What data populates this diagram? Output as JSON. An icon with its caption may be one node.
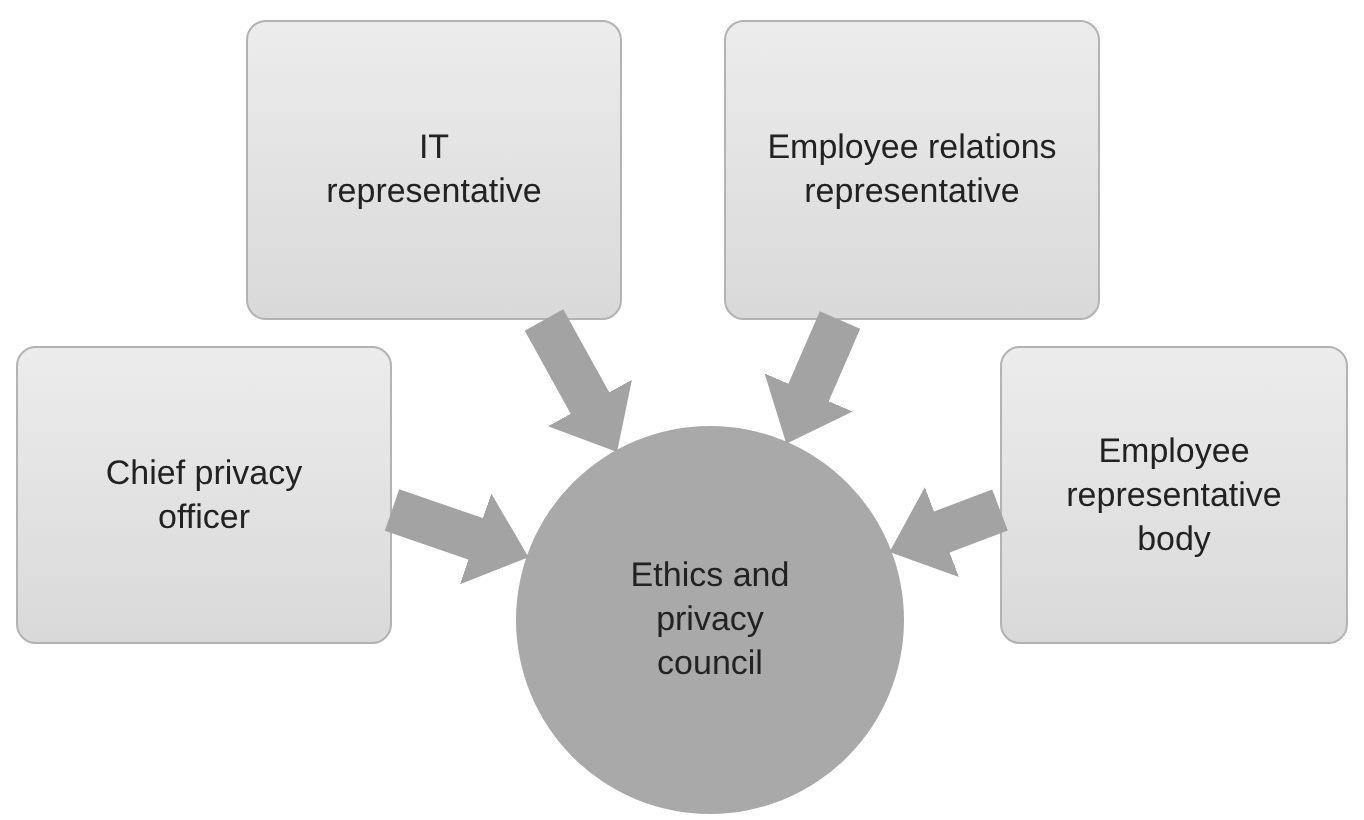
{
  "diagram": {
    "nodes": [
      {
        "text": [
          "IT representative"
        ]
      },
      {
        "text": [
          "Employee relations representative"
        ]
      },
      {
        "text": [
          "Chief privacy officer"
        ]
      },
      {
        "text": [
          "Employee representative body"
        ]
      },
      {
        "text": [
          "Ethics and privacy council"
        ]
      }
    ],
    "edges": [
      {
        "from": 0,
        "to": 4,
        "arrow": "to"
      },
      {
        "from": 1,
        "to": 4,
        "arrow": "to"
      },
      {
        "from": 2,
        "to": 4,
        "arrow": "to"
      },
      {
        "from": 3,
        "to": 4,
        "arrow": "to"
      }
    ]
  }
}
